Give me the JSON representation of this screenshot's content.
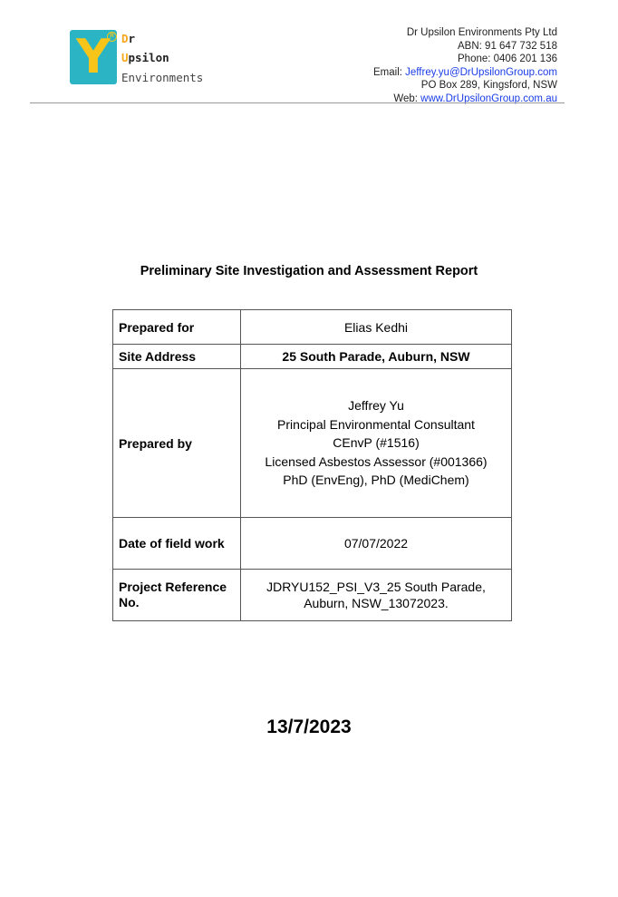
{
  "logo": {
    "line1_first": "D",
    "line1_rest": "r",
    "line2_first": "U",
    "line2_rest": "psilon",
    "line3": "Environments",
    "mark": "Y"
  },
  "company": {
    "name": "Dr Upsilon Environments Pty Ltd",
    "abn": "ABN: 91 647 732 518",
    "phone": "Phone: 0406 201 136",
    "email_label": "Email: ",
    "email": "Jeffrey.yu@DrUpsilonGroup.com",
    "po_box": "PO Box 289, Kingsford, NSW",
    "web_label": "Web: ",
    "web": "www.DrUpsilonGroup.com.au"
  },
  "report_title": "Preliminary Site Investigation and Assessment Report",
  "details": {
    "prepared_for_label": "Prepared for",
    "prepared_for": "Elias Kedhi",
    "site_address_label": "Site Address",
    "site_address": "25 South Parade, Auburn, NSW",
    "prepared_by_label": "Prepared by",
    "prepared_by": [
      "Jeffrey Yu",
      "Principal Environmental Consultant",
      "CEnvP (#1516)",
      "Licensed Asbestos Assessor (#001366)",
      "PhD (EnvEng), PhD (MediChem)"
    ],
    "field_work_label": "Date of field work",
    "field_work_date": "07/07/2022",
    "project_ref_label_1": "Project Reference",
    "project_ref_label_2": "No.",
    "project_ref_1": "JDRYU152_PSI_V3_25 South Parade,",
    "project_ref_2": "Auburn, NSW_13072023."
  },
  "report_date": "13/7/2023"
}
